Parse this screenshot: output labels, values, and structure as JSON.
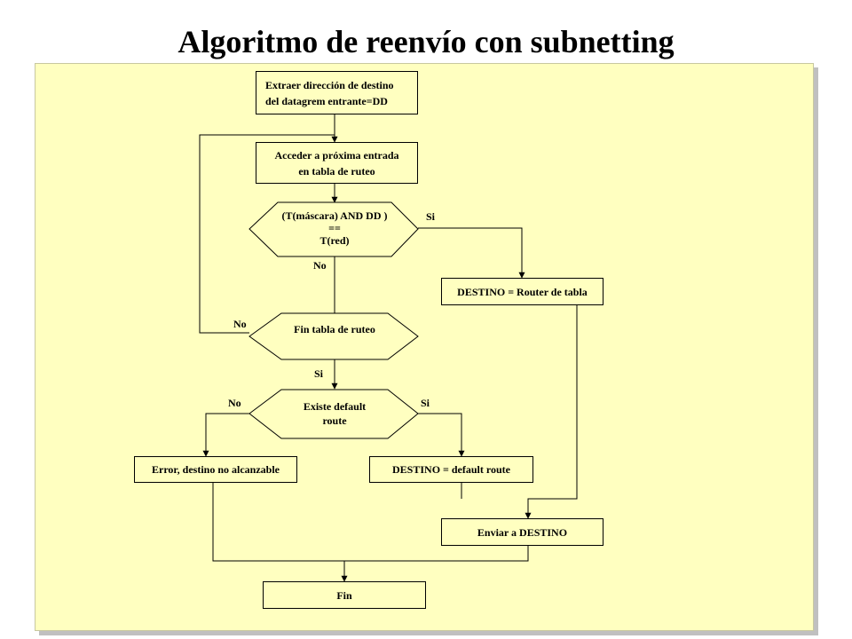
{
  "title": "Algoritmo de reenvío con subnetting",
  "nodes": {
    "extract": {
      "line1": "Extraer dirección de destino",
      "line2": "del datagrem entrante=DD"
    },
    "access": {
      "line1": "Acceder a próxima entrada",
      "line2": "en tabla de ruteo"
    },
    "compare": {
      "line1": "(T(máscara) AND DD )",
      "line2": "==",
      "line3": "T(red)"
    },
    "dest_router": "DESTINO = Router de tabla",
    "end_table": "Fin tabla de ruteo",
    "default_exists": {
      "line1": "Existe default",
      "line2": "route"
    },
    "error": "Error, destino no alcanzable",
    "dest_default": "DESTINO = default route",
    "send": "Enviar a DESTINO",
    "end": "Fin"
  },
  "edge_labels": {
    "compare_yes": "Si",
    "compare_no": "No",
    "end_table_no": "No",
    "end_table_yes": "Si",
    "default_no": "No",
    "default_yes": "Si"
  },
  "colors": {
    "panel": "#ffffc0",
    "shadow": "#c0c0c0",
    "line": "#000000"
  }
}
